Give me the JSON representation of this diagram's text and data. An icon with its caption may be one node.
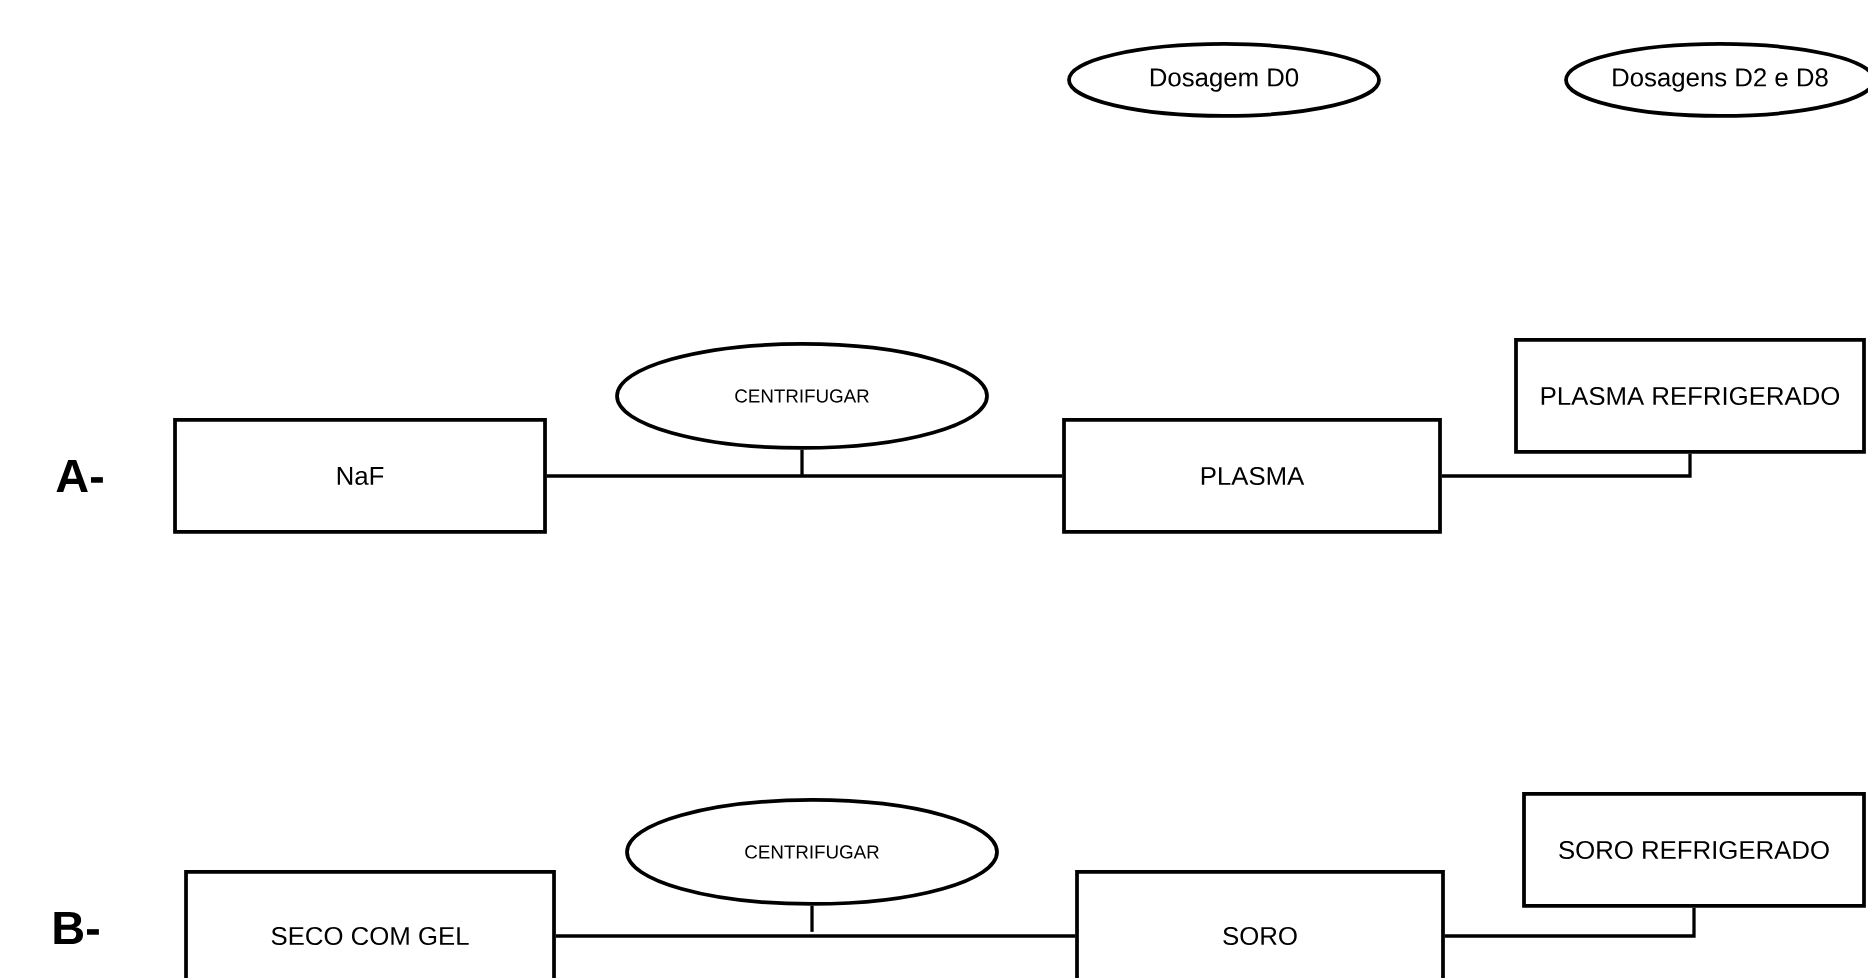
{
  "diagram": {
    "nodes": [
      {
        "text": [
          "Dosagem D0"
        ]
      },
      {
        "text": [
          "Dosagens D2 e D8"
        ]
      },
      {
        "text": [
          "CENTRIFUGAR"
        ]
      },
      {
        "text": [
          "PLASMA REFRIGERADO"
        ]
      },
      {
        "text": [
          "NaF"
        ]
      },
      {
        "text": [
          "PLASMA"
        ]
      },
      {
        "text": [
          "CENTRIFUGAR"
        ]
      },
      {
        "text": [
          "SORO REFRIGERADO"
        ]
      },
      {
        "text": [
          "SECO COM GEL"
        ]
      },
      {
        "text": [
          "SORO"
        ]
      }
    ],
    "edges": [
      {
        "from": 4,
        "to": 5,
        "arrow": "none"
      },
      {
        "from": 2,
        "to": null,
        "arrow": "none"
      },
      {
        "from": 5,
        "to": 3,
        "arrow": "none"
      },
      {
        "from": 8,
        "to": 9,
        "arrow": "none"
      },
      {
        "from": 6,
        "to": null,
        "arrow": "none"
      },
      {
        "from": 9,
        "to": 7,
        "arrow": "none"
      }
    ],
    "labels": [
      "A-",
      "B-"
    ]
  }
}
